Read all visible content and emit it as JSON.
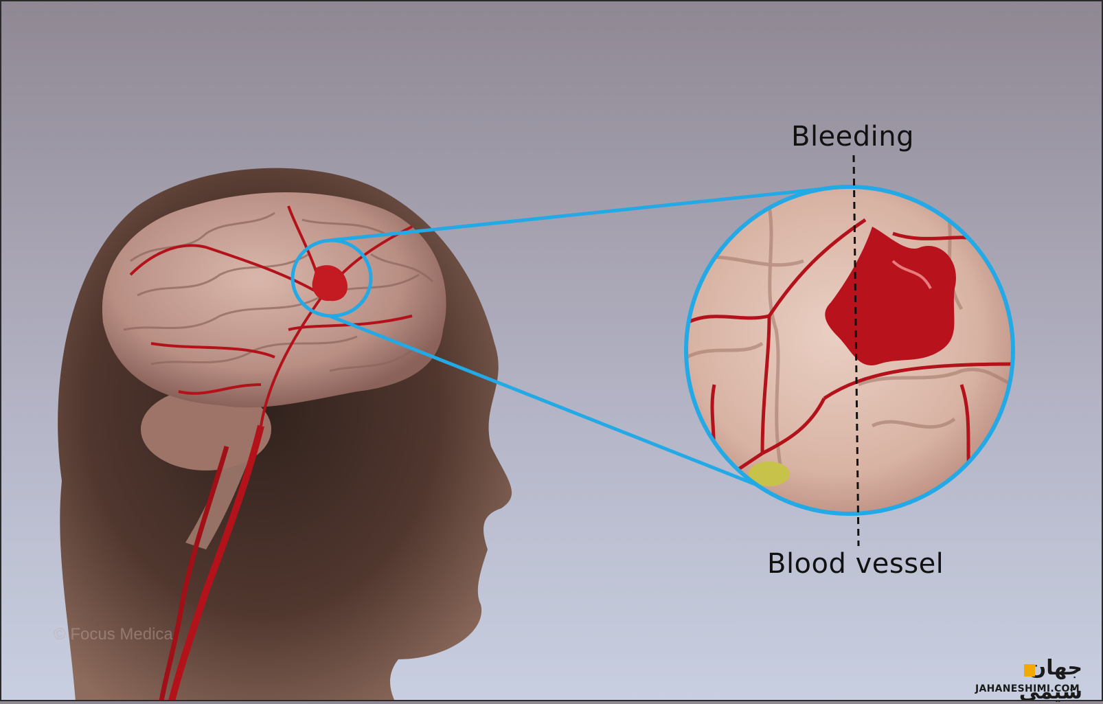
{
  "annotations": {
    "bleeding_label": "Bleeding",
    "vessel_label": "Blood vessel"
  },
  "watermark": {
    "copyright": "© Focus Medica"
  },
  "logo": {
    "persian_text": "جهان شیمی",
    "english_text": "JAHANESHIMI.COM"
  },
  "colors": {
    "magnifier_ring": "#22a9e6",
    "blood": "#b8121c",
    "brain": "#c9a49a",
    "head": "#5a3a2d"
  }
}
